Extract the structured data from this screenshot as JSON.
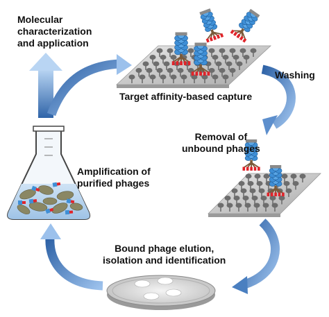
{
  "labels": {
    "characterization": [
      "Molecular",
      "characterization",
      "and application"
    ],
    "capture": "Target affinity-based capture",
    "washing": "Washing",
    "removal": [
      "Removal of",
      "unbound phages"
    ],
    "amplification": [
      "Amplification of",
      "purified phages"
    ],
    "elution": [
      "Bound phage elution,",
      "isolation and identification"
    ]
  },
  "colors": {
    "arrow": "#4a7fc0",
    "arrow_light": "#a8c8ef",
    "phage_head": "#3f8fd6",
    "phage_tail": "#7a5a3a",
    "phage_foot": "#e0242a",
    "plate": "#c9c9c9",
    "pin": "#6d6d6d",
    "bacteria": "#8a8764"
  }
}
